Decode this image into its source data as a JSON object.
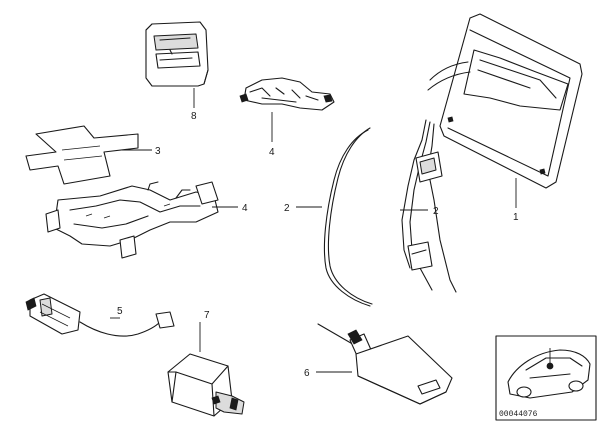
{
  "callouts": {
    "c1": "1",
    "c2a": "2",
    "c2b": "2",
    "c3": "3",
    "c4a": "4",
    "c4b": "4",
    "c5": "5",
    "c6": "6",
    "c7": "7",
    "c8": "8"
  },
  "inset": {
    "ref_code": "00044076"
  }
}
